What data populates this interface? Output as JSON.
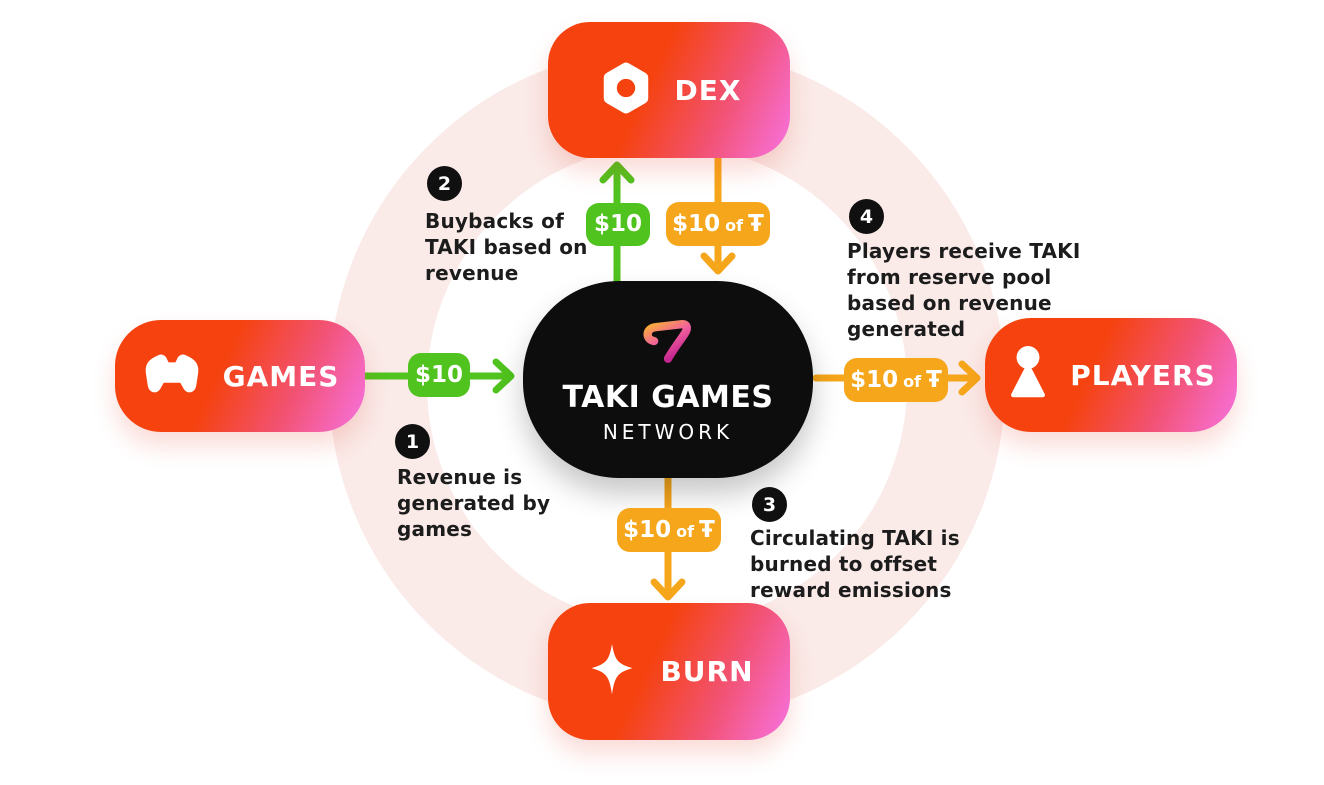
{
  "center": {
    "title": "TAKI GAMES",
    "subtitle": "NETWORK"
  },
  "nodes": {
    "dex": {
      "label": "DEX",
      "icon": "hexagon-icon"
    },
    "games": {
      "label": "GAMES",
      "icon": "gamepad-icon"
    },
    "players": {
      "label": "PLAYERS",
      "icon": "person-icon"
    },
    "burn": {
      "label": "BURN",
      "icon": "sparkle-icon"
    }
  },
  "flows": {
    "games_to_network": {
      "label": "$10",
      "color": "green",
      "direction": "right"
    },
    "network_to_dex": {
      "label": "$10",
      "color": "green",
      "direction": "up"
    },
    "dex_to_network": {
      "amount": "$10",
      "connector": "of",
      "token": "Ŧ",
      "color": "orange",
      "direction": "down"
    },
    "network_to_players": {
      "amount": "$10",
      "connector": "of",
      "token": "Ŧ",
      "color": "orange",
      "direction": "right"
    },
    "network_to_burn": {
      "amount": "$10",
      "connector": "of",
      "token": "Ŧ",
      "color": "orange",
      "direction": "down"
    }
  },
  "annotations": [
    {
      "number": "1",
      "text": "Revenue is\ngenerated by\ngames"
    },
    {
      "number": "2",
      "text": "Buybacks of\nTAKI based on\nrevenue"
    },
    {
      "number": "3",
      "text": "Circulating TAKI is\nburned to offset\nreward emissions"
    },
    {
      "number": "4",
      "text": "Players receive TAKI\nfrom reserve pool\nbased on revenue\ngenerated"
    }
  ],
  "colors": {
    "green": "#50c31e",
    "orange": "#f6a61b",
    "node_gradient_start": "#f5420e",
    "node_gradient_end": "#f773e2",
    "center_bg": "#0d0d0d",
    "ring": "#faeae8",
    "text": "#1c1c1c"
  }
}
